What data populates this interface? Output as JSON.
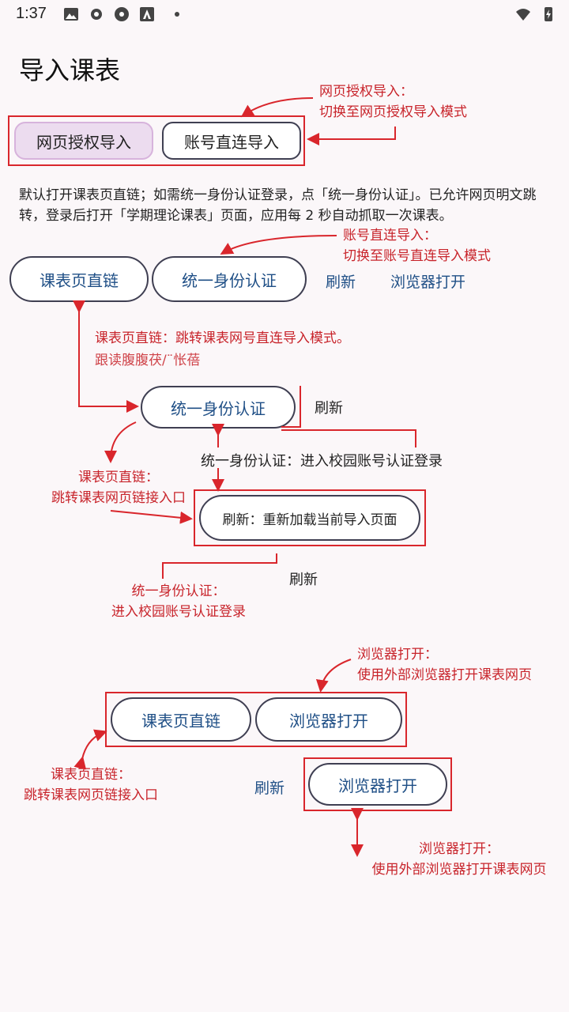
{
  "status": {
    "time": "1:37"
  },
  "page": {
    "title": "导入课表"
  },
  "mode_tabs": [
    {
      "label": "网页授权导入",
      "selected": true
    },
    {
      "label": "账号直连导入",
      "selected": false
    }
  ],
  "description": "默认打开课表页直链；如需统一身份认证登录，点「统一身份认证」。已允许网页明文跳转，登录后打开「学期理论课表」页面，应用每 2 秒自动抓取一次课表。",
  "actions": {
    "course_link": "课表页直链",
    "unified_auth": "统一身份认证",
    "refresh": "刷新",
    "browser_open": "浏览器打开"
  },
  "refresh_pill": "刷新：重新加载当前导入页面",
  "annotations": {
    "web_auth_title": "网页授权导入：",
    "web_auth_desc": "切换至网页授权导入模式",
    "account_title": "账号直连导入：",
    "account_desc": "切换至账号直连导入模式",
    "course_link_jump": "课表页直链：跳转课表网号直连导入模式。",
    "garbled": "跟读腹腹茯/¨怅蓓",
    "auth_login": "统一身份认证：进入校园账号认证登录",
    "course_link_title": "课表页直链：",
    "course_link_desc": "跳转课表网页链接入口",
    "auth_title": "统一身份认证：",
    "auth_desc": "进入校园账号认证登录",
    "browser_title": "浏览器打开：",
    "browser_desc": "使用外部浏览器打开课表网页"
  },
  "colors": {
    "accent_red": "#d9262c",
    "link_blue": "#1f4f86",
    "selected_bg": "#ecdcef"
  }
}
